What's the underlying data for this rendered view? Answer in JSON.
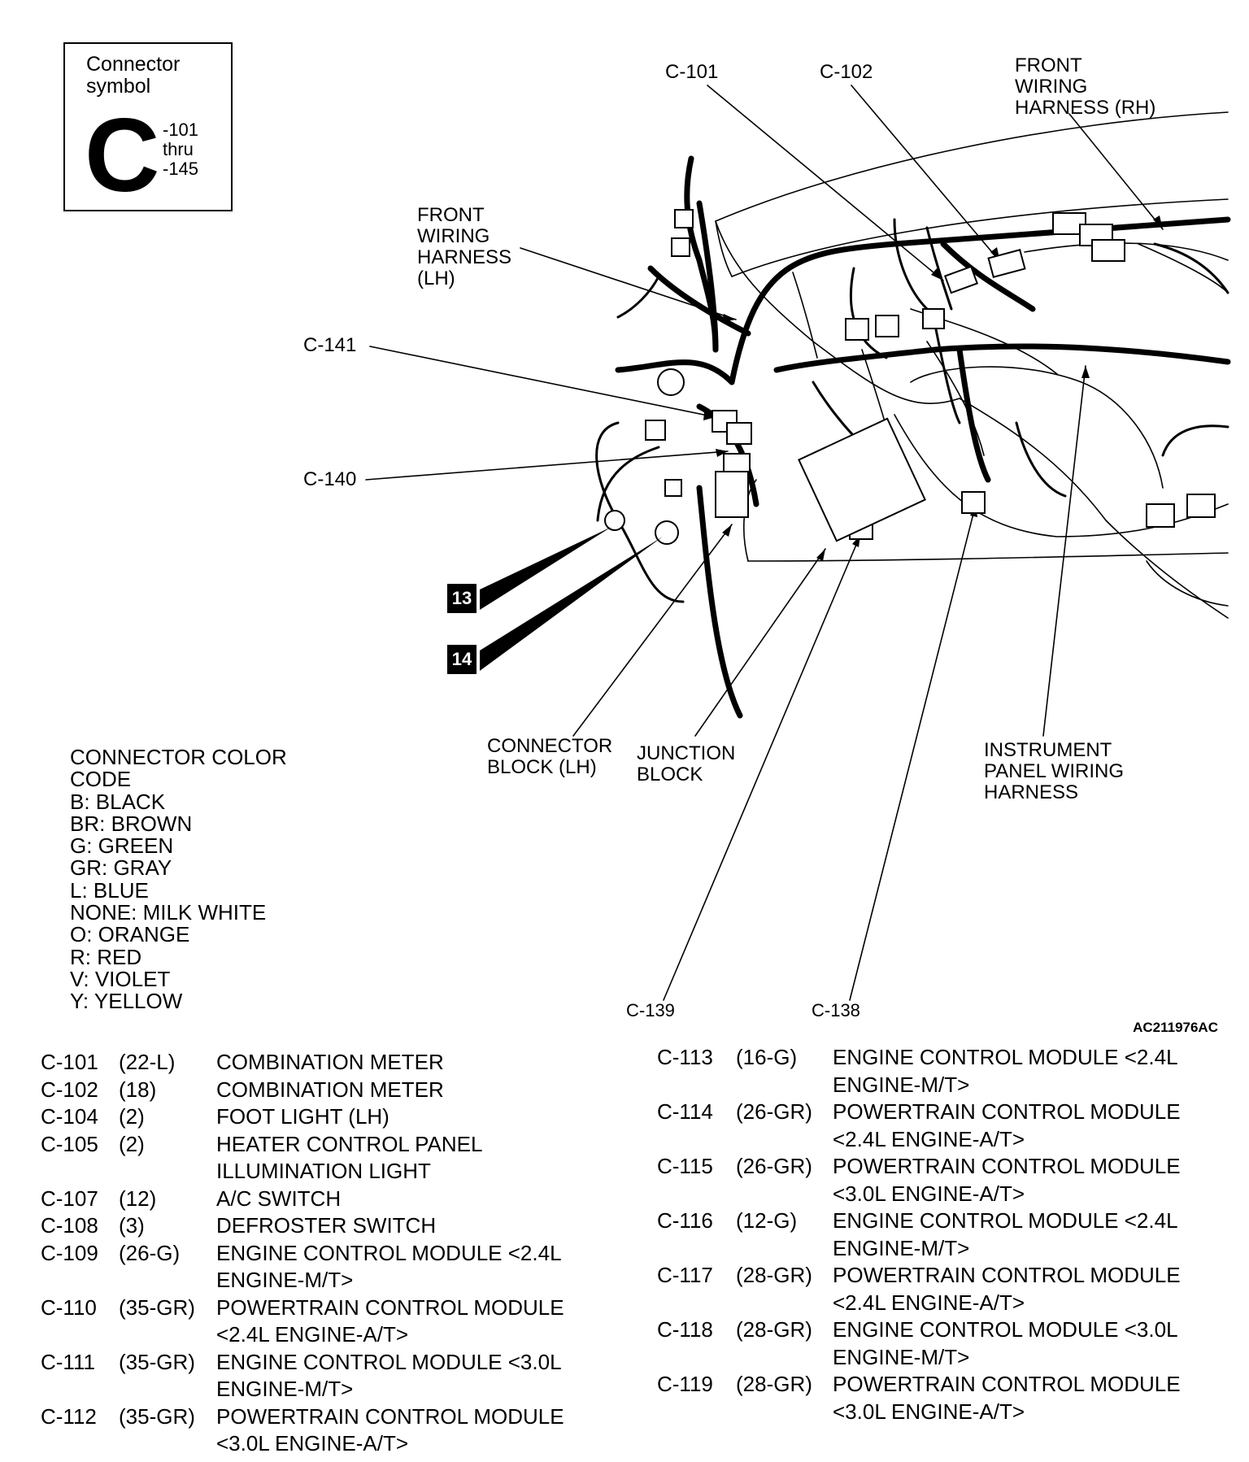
{
  "connector_symbol": {
    "title_line1": "Connector",
    "title_line2": "symbol",
    "letter": "C",
    "range_line1": "-101",
    "range_line2": "thru",
    "range_line3": "-145"
  },
  "diagram_labels": {
    "c101": "C-101",
    "c102": "C-102",
    "front_rh_1": "FRONT",
    "front_rh_2": "WIRING",
    "front_rh_3": "HARNESS (RH)",
    "front_lh_1": "FRONT",
    "front_lh_2": "WIRING",
    "front_lh_3": "HARNESS",
    "front_lh_4": "(LH)",
    "c141": "C-141",
    "c140": "C-140",
    "ground_13": "13",
    "ground_14": "14",
    "conn_block_1": "CONNECTOR",
    "conn_block_2": "BLOCK (LH)",
    "junction_1": "JUNCTION",
    "junction_2": "BLOCK",
    "ip_harness_1": "INSTRUMENT",
    "ip_harness_2": "PANEL WIRING",
    "ip_harness_3": "HARNESS",
    "c139": "C-139",
    "c138": "C-138",
    "figure_id": "AC211976AC"
  },
  "color_code": {
    "title_1": "CONNECTOR COLOR",
    "title_2": "CODE",
    "entries": [
      "B: BLACK",
      "BR: BROWN",
      "G: GREEN",
      "GR: GRAY",
      "L: BLUE",
      "NONE: MILK WHITE",
      "O: ORANGE",
      "R: RED",
      "V: VIOLET",
      "Y: YELLOW"
    ]
  },
  "connectors_left": [
    {
      "id": "C-101",
      "pins": "(22-L)",
      "desc1": "COMBINATION METER",
      "desc2": ""
    },
    {
      "id": "C-102",
      "pins": "(18)",
      "desc1": "COMBINATION METER",
      "desc2": ""
    },
    {
      "id": "C-104",
      "pins": "(2)",
      "desc1": "FOOT LIGHT (LH)",
      "desc2": ""
    },
    {
      "id": "C-105",
      "pins": "(2)",
      "desc1": "HEATER CONTROL PANEL",
      "desc2": "ILLUMINATION LIGHT"
    },
    {
      "id": "C-107",
      "pins": "(12)",
      "desc1": "A/C SWITCH",
      "desc2": ""
    },
    {
      "id": "C-108",
      "pins": "(3)",
      "desc1": "DEFROSTER SWITCH",
      "desc2": ""
    },
    {
      "id": "C-109",
      "pins": "(26-G)",
      "desc1": "ENGINE CONTROL MODULE <2.4L",
      "desc2": "ENGINE-M/T>"
    },
    {
      "id": "C-110",
      "pins": "(35-GR)",
      "desc1": "POWERTRAIN CONTROL MODULE",
      "desc2": "<2.4L ENGINE-A/T>"
    },
    {
      "id": "C-111",
      "pins": "(35-GR)",
      "desc1": "ENGINE CONTROL MODULE <3.0L",
      "desc2": "ENGINE-M/T>"
    },
    {
      "id": "C-112",
      "pins": "(35-GR)",
      "desc1": "POWERTRAIN CONTROL MODULE",
      "desc2": "<3.0L ENGINE-A/T>"
    }
  ],
  "connectors_right": [
    {
      "id": "C-113",
      "pins": "(16-G)",
      "desc1": "ENGINE CONTROL MODULE <2.4L",
      "desc2": "ENGINE-M/T>"
    },
    {
      "id": "C-114",
      "pins": "(26-GR)",
      "desc1": "POWERTRAIN CONTROL MODULE",
      "desc2": "<2.4L ENGINE-A/T>"
    },
    {
      "id": "C-115",
      "pins": "(26-GR)",
      "desc1": "POWERTRAIN CONTROL MODULE",
      "desc2": "<3.0L ENGINE-A/T>"
    },
    {
      "id": "C-116",
      "pins": "(12-G)",
      "desc1": "ENGINE CONTROL MODULE <2.4L",
      "desc2": "ENGINE-M/T>"
    },
    {
      "id": "C-117",
      "pins": "(28-GR)",
      "desc1": "POWERTRAIN CONTROL MODULE",
      "desc2": "<2.4L ENGINE-A/T>"
    },
    {
      "id": "C-118",
      "pins": "(28-GR)",
      "desc1": "ENGINE CONTROL MODULE <3.0L",
      "desc2": "ENGINE-M/T>"
    },
    {
      "id": "C-119",
      "pins": "(28-GR)",
      "desc1": "POWERTRAIN CONTROL MODULE",
      "desc2": "<3.0L ENGINE-A/T>"
    }
  ]
}
